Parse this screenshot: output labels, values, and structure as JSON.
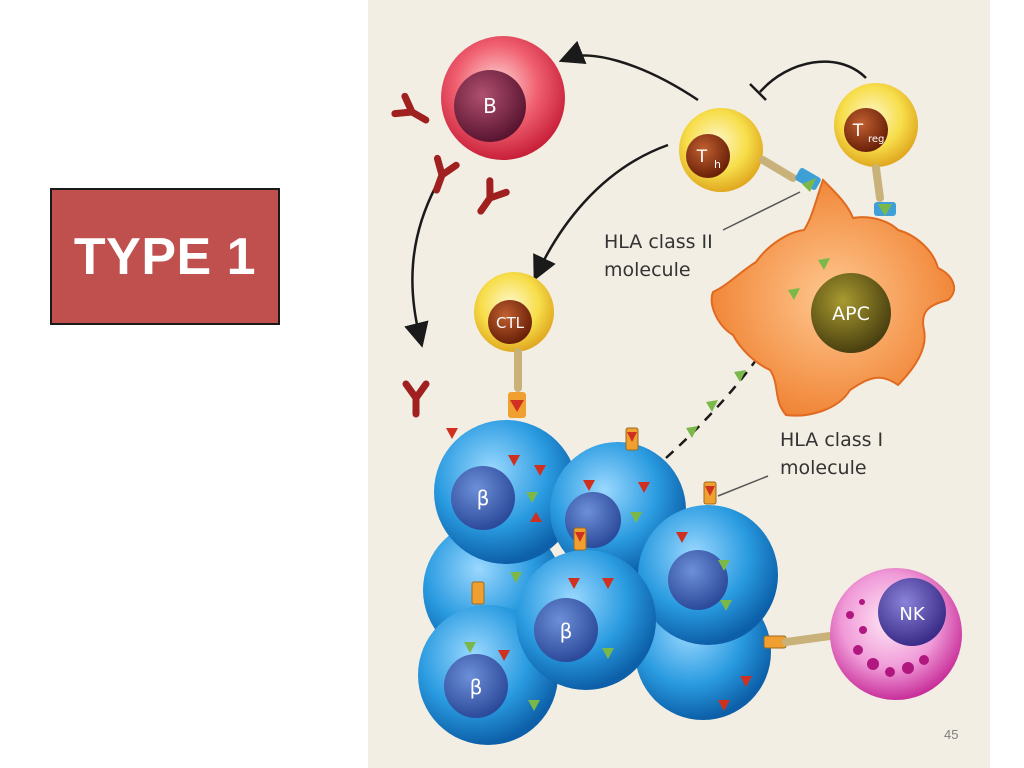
{
  "slide": {
    "title": "TYPE 1",
    "page_number": "45",
    "title_color": "#c0504d"
  },
  "diagram": {
    "cells": {
      "b_cell": "B",
      "th_cell": "T",
      "th_sub": "h",
      "treg_cell": "T",
      "treg_sub": "reg",
      "ctl_cell": "CTL",
      "apc_cell": "APC",
      "nk_cell": "NK",
      "beta_cell": "β"
    },
    "labels": {
      "hla2_line1": "HLA class II",
      "hla2_line2": "molecule",
      "hla1_line1": "HLA class I",
      "hla1_line2": "molecule"
    },
    "colors": {
      "beta_cell": "#2a9be0",
      "b_cell": "#e03050",
      "t_cell": "#f2d23a",
      "apc": "#f08a3a",
      "nk": "#e060c0",
      "antibody": "#a02020",
      "antigen_red": "#d03020",
      "antigen_green": "#7bb84a"
    }
  }
}
